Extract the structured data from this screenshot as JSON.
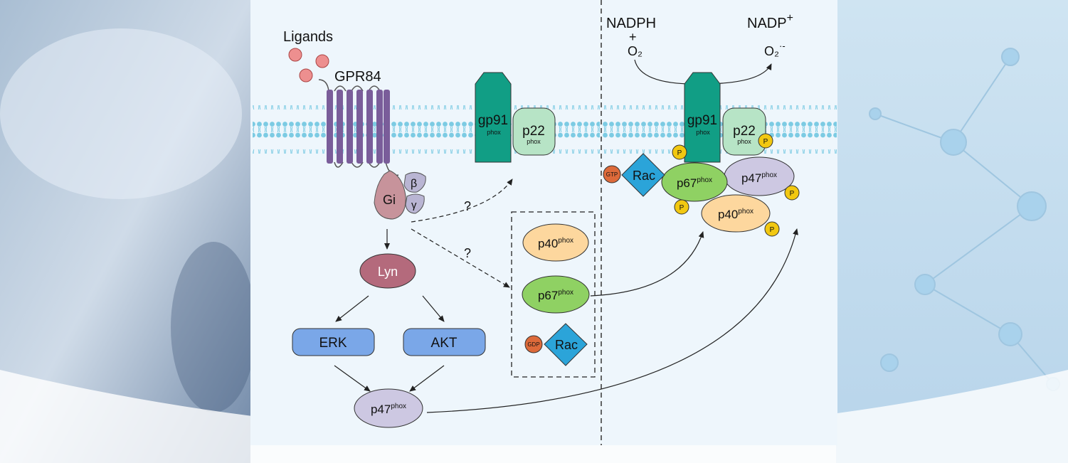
{
  "labels": {
    "ligands": "Ligands",
    "gpr84": "GPR84",
    "gi": "Gi",
    "beta": "β",
    "gamma": "γ",
    "lyn": "Lyn",
    "erk": "ERK",
    "akt": "AKT",
    "question_mark_1": "?",
    "question_mark_2": "?",
    "gp91_main": "gp91",
    "p22_main": "p22",
    "p40_main": "p40",
    "p67_main": "p67",
    "p47_main": "p47",
    "phox": "phox",
    "rac": "Rac",
    "gdp": "GDP",
    "gtp": "GTP",
    "phospho": "P",
    "nadph": "NADPH",
    "plus_sign": "+",
    "o2": "O₂",
    "nadp": "NADP",
    "nadp_superscript": "+",
    "superoxide": "O₂",
    "superoxide_charge": "·-"
  },
  "colors": {
    "panel_background": "#eef6fc",
    "membrane": "#7ccbe3",
    "gpr84_receptor": "#7a5d9a",
    "gi_subunit": "#c7939b",
    "beta_gamma_subunit": "#b9b5d3",
    "lyn": "#b46a7c",
    "erk_akt": "#7aa7e8",
    "p47": "#cdc8e2",
    "gp91": "#119e85",
    "p22": "#b7e4c6",
    "p40": "#fdd79e",
    "p67": "#8fd163",
    "rac": "#2ba4d9",
    "gtp_gdp": "#dd6a3a",
    "phospho_site": "#f2c811",
    "ligand": "#ed8f8f"
  }
}
